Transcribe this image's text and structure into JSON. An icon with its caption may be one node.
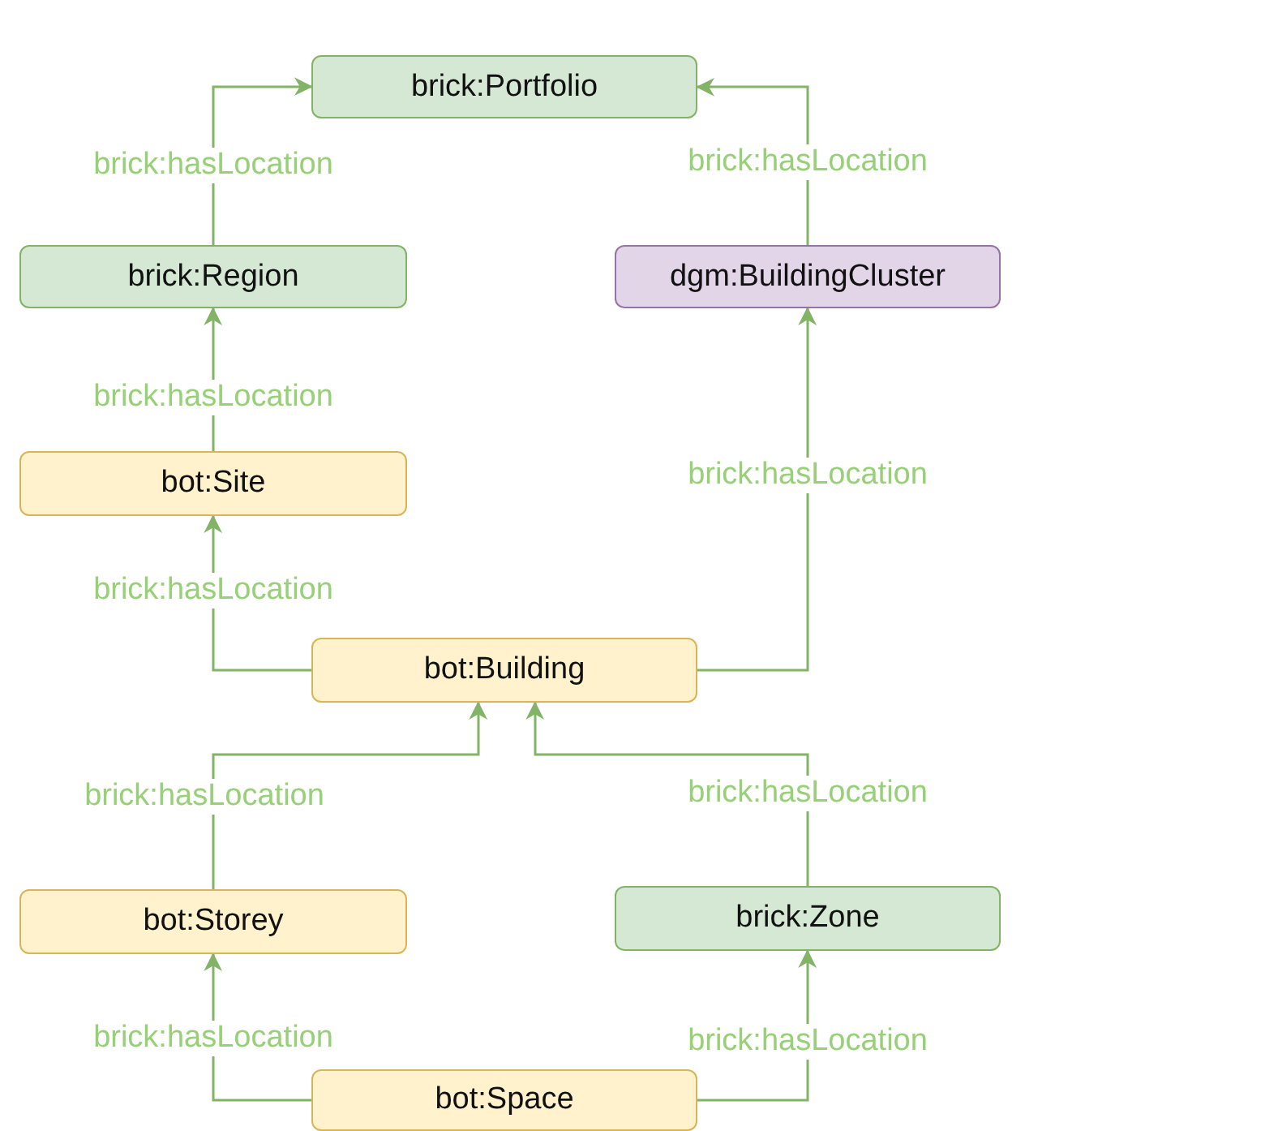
{
  "diagram": {
    "nodes": [
      {
        "text": [
          "brick:Portfolio"
        ]
      },
      {
        "text": [
          "brick:Region"
        ]
      },
      {
        "text": [
          "dgm:BuildingCluster"
        ]
      },
      {
        "text": [
          "bot:Site"
        ]
      },
      {
        "text": [
          "bot:Building"
        ]
      },
      {
        "text": [
          "bot:Storey"
        ]
      },
      {
        "text": [
          "brick:Zone"
        ]
      },
      {
        "text": [
          "bot:Space"
        ]
      }
    ],
    "edges": [
      {
        "from": 1,
        "to": 0,
        "arrow": "to",
        "label": "brick:hasLocation"
      },
      {
        "from": 2,
        "to": 0,
        "arrow": "to",
        "label": "brick:hasLocation"
      },
      {
        "from": 3,
        "to": 1,
        "arrow": "to",
        "label": "brick:hasLocation"
      },
      {
        "from": 4,
        "to": 3,
        "arrow": "to",
        "label": "brick:hasLocation"
      },
      {
        "from": 4,
        "to": 2,
        "arrow": "to",
        "label": "brick:hasLocation"
      },
      {
        "from": 5,
        "to": 4,
        "arrow": "to",
        "label": "brick:hasLocation"
      },
      {
        "from": 6,
        "to": 4,
        "arrow": "to",
        "label": "brick:hasLocation"
      },
      {
        "from": 7,
        "to": 5,
        "arrow": "to",
        "label": "brick:hasLocation"
      },
      {
        "from": 7,
        "to": 6,
        "arrow": "to",
        "label": "brick:hasLocation"
      }
    ]
  }
}
